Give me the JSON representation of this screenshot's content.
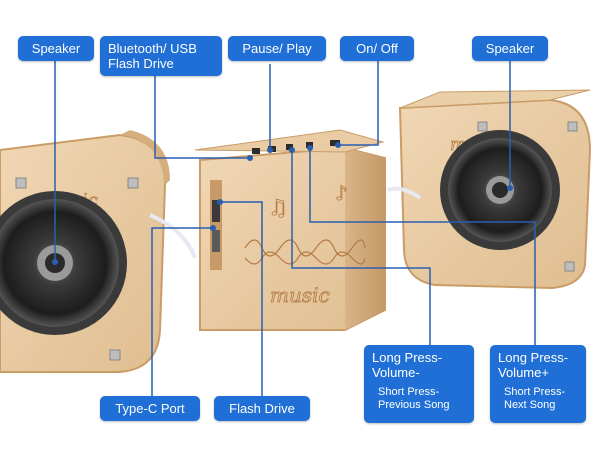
{
  "labels": {
    "speaker_left": "Speaker",
    "bluetooth_usb_line1": "Bluetooth/  USB",
    "bluetooth_usb_line2": "Flash Drive",
    "pause_play": "Pause/ Play",
    "on_off": "On/ Off",
    "speaker_right": "Speaker",
    "long_press_minus_title": "Long Press-Volume-",
    "long_press_minus_sub": "Short Press-Previous Song",
    "long_press_plus_title": "Long Press-Volume+",
    "long_press_plus_sub": "Short Press-Next Song",
    "type_c_port": "Type-C Port",
    "flash_drive": "Flash Drive"
  },
  "engravings": {
    "left_box": "music",
    "center_box": "music",
    "right_box": "music"
  },
  "colors": {
    "label_bg": "#1f6fd6",
    "leader_line": "#2a5fb0",
    "wood": "#e7c9a1",
    "wood_dark": "#c79a67",
    "speaker_cone": "#2b2b2b"
  }
}
